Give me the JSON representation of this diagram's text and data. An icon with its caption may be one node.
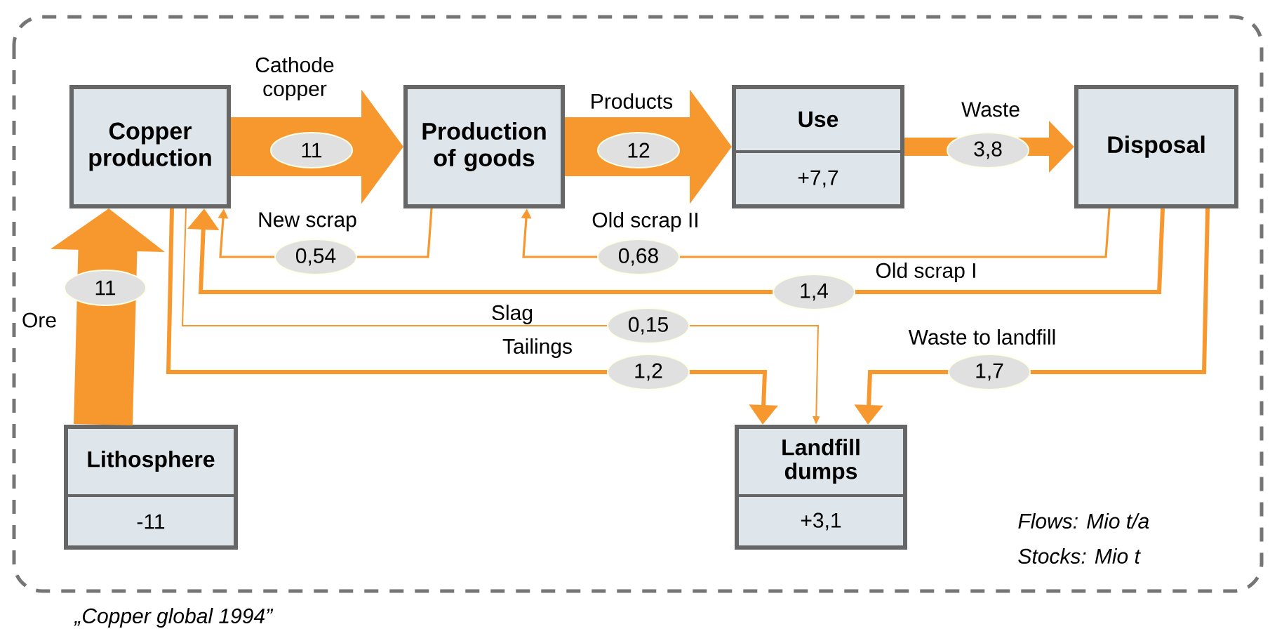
{
  "diagram": {
    "caption": "„Copper global 1994”",
    "nodes": [
      {
        "text": [
          "Copper production"
        ]
      },
      {
        "text": [
          "Production of goods"
        ]
      },
      {
        "text": [
          "Use",
          "+7,7"
        ]
      },
      {
        "text": [
          "Disposal"
        ]
      },
      {
        "text": [
          "Lithosphere",
          "-11"
        ]
      },
      {
        "text": [
          "Landfill dumps",
          "+3,1"
        ]
      }
    ],
    "edges": [
      {
        "from": 0,
        "to": 1,
        "arrow": "to",
        "label": "11",
        "style": "thick"
      },
      {
        "from": 1,
        "to": 2,
        "arrow": "to",
        "label": "12",
        "style": "thick"
      },
      {
        "from": 2,
        "to": 3,
        "arrow": "to",
        "label": "3,8",
        "style": "thick"
      },
      {
        "from": 1,
        "to": 0,
        "arrow": "to",
        "label": "0,54"
      },
      {
        "from": 3,
        "to": 1,
        "arrow": "to",
        "label": "0,68"
      },
      {
        "from": 3,
        "to": 0,
        "arrow": "to",
        "label": "1,4"
      },
      {
        "from": 0,
        "to": 5,
        "arrow": "to",
        "label": "0,15"
      },
      {
        "from": 0,
        "to": 5,
        "arrow": "to",
        "label": "1,2"
      },
      {
        "from": 3,
        "to": 5,
        "arrow": "to",
        "label": "1,7"
      },
      {
        "from": 4,
        "to": 0,
        "arrow": "to",
        "label": "11",
        "style": "thick"
      }
    ],
    "labels": [
      "Cathode copper",
      "Products",
      "Waste",
      "New scrap",
      "Old scrap II",
      "Old scrap I",
      "Ore",
      "Slag",
      "Tailings",
      "Waste to landfill",
      "Flows: Mio t/a",
      "Stocks:  Mio t"
    ]
  }
}
